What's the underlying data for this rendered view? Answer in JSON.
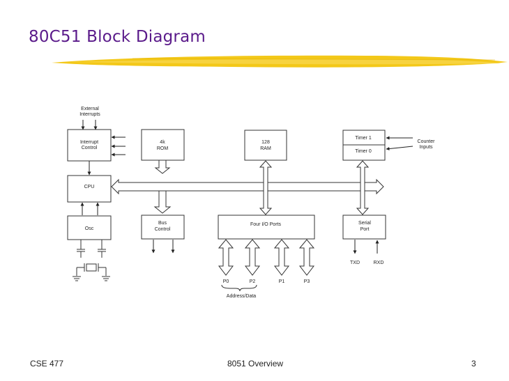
{
  "slide": {
    "title": "80C51 Block Diagram",
    "footer_left": "CSE 477",
    "footer_center": "8051 Overview",
    "page_number": "3",
    "title_color": "#5a1a8a",
    "brush_color": "#f2c200"
  },
  "diagram": {
    "external_interrupts": [
      "External",
      "Interrupts"
    ],
    "interrupt_control": [
      "Interrupt",
      "Control"
    ],
    "rom": [
      "4k",
      "ROM"
    ],
    "ram": [
      "128",
      "RAM"
    ],
    "timer1": "Timer 1",
    "timer0": "Timer 0",
    "counter_inputs": [
      "Counter",
      "Inputs"
    ],
    "cpu": "CPU",
    "osc": "Osc",
    "bus_control": [
      "Bus",
      "Control"
    ],
    "io_ports": "Four I/O Ports",
    "serial_port": [
      "Serial",
      "Port"
    ],
    "txd": "TXD",
    "rxd": "RXD",
    "ports": [
      "P0",
      "P2",
      "P1",
      "P3"
    ],
    "address_data": "Address/Data"
  }
}
